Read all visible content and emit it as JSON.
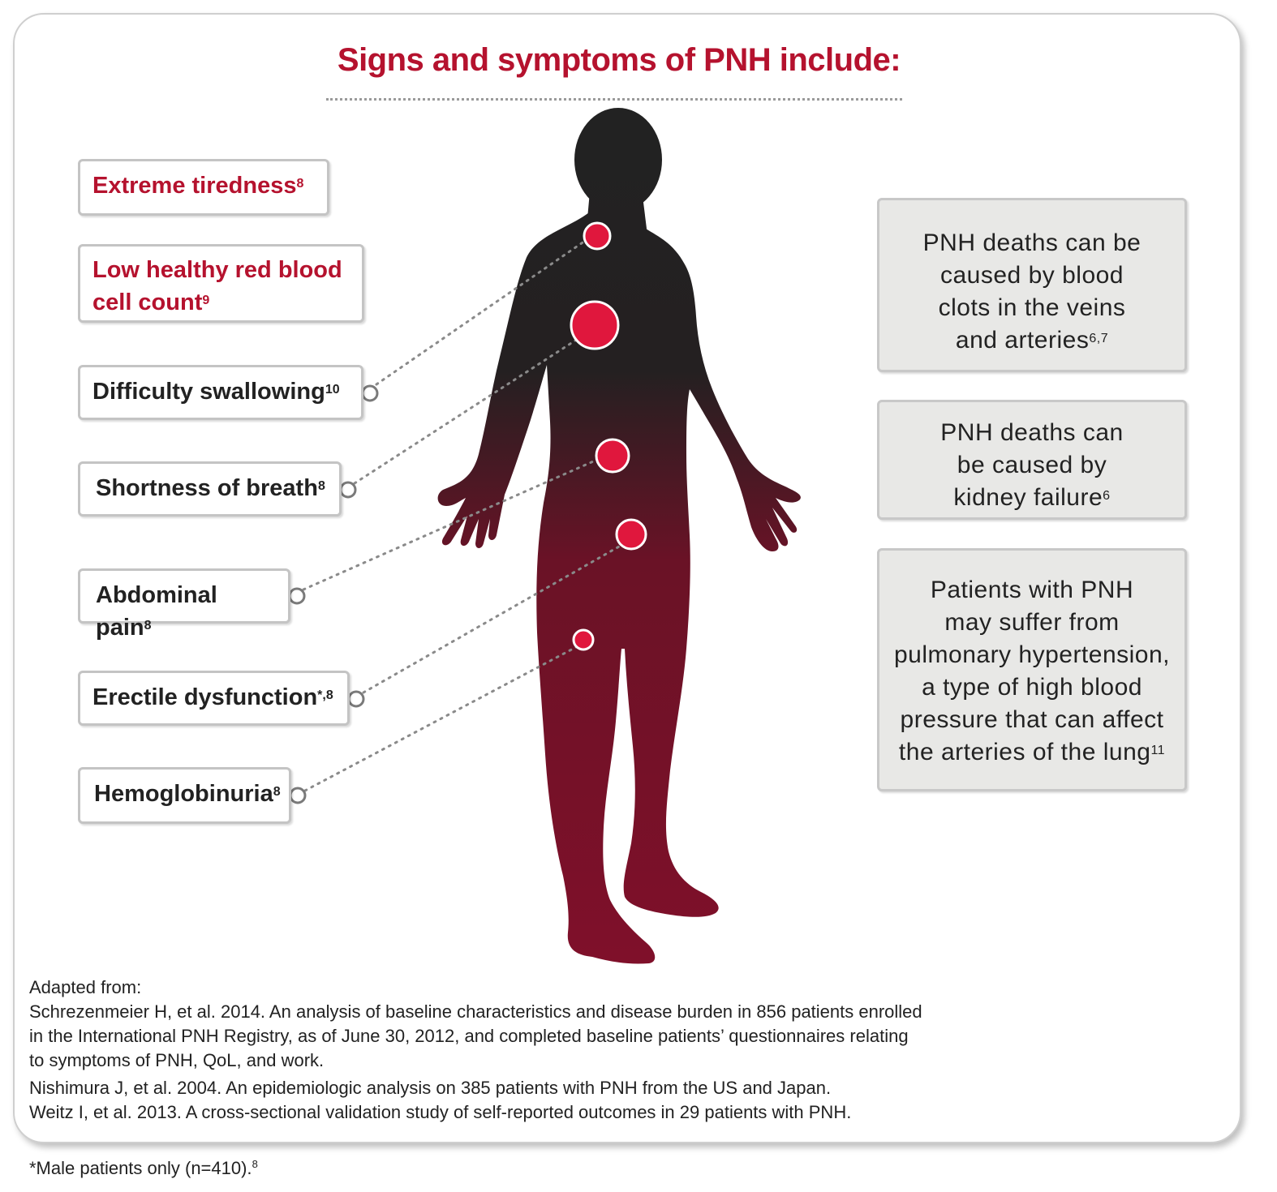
{
  "title": "Signs and symptoms of PNH include:",
  "symptoms": [
    {
      "label": "Extreme tiredness",
      "ref": "8",
      "color": "red"
    },
    {
      "label": "Low healthy red blood",
      "label2": "cell count",
      "ref": "9",
      "color": "red"
    },
    {
      "label": "Difficulty swallowing",
      "ref": "10",
      "color": "dark"
    },
    {
      "label": "Shortness of breath",
      "ref": "8",
      "color": "dark"
    },
    {
      "label": "Abdominal pain",
      "ref": "8",
      "color": "dark"
    },
    {
      "label": "Erectile dysfunction",
      "ref": "*,8",
      "color": "dark"
    },
    {
      "label": "Hemoglobinuria",
      "ref": "8",
      "color": "dark"
    }
  ],
  "info_boxes": [
    {
      "lines": [
        "PNH deaths can be",
        "caused by blood",
        "clots in the veins",
        "and arteries"
      ],
      "ref": "6,7"
    },
    {
      "lines": [
        "PNH deaths can",
        "be caused by",
        "kidney failure"
      ],
      "ref": "6"
    },
    {
      "lines": [
        "Patients with PNH",
        "may suffer from",
        "pulmonary hypertension,",
        "a type of high blood",
        "pressure that can affect",
        "the arteries of the lung"
      ],
      "ref": "11"
    }
  ],
  "references": {
    "heading": "Adapted from:",
    "ref1_line1": "Schrezenmeier H, et al. 2014. An analysis of baseline characteristics and disease burden in 856 patients enrolled",
    "ref1_line2": "in the International PNH Registry, as of June 30, 2012, and completed baseline patients’ questionnaires relating",
    "ref1_line3": "to symptoms of PNH, QoL, and work.",
    "ref2": "Nishimura J, et al. 2004. An epidemiologic analysis on 385 patients with PNH from the US and Japan.",
    "ref3": "Weitz I, et al. 2013. A cross-sectional validation study of self-reported outcomes in 29 patients with PNH."
  },
  "footnote": {
    "text": "*Male patients only (n=410).",
    "ref": "8"
  },
  "colors": {
    "accent_red": "#b5122e",
    "dot_red": "#e0173d",
    "body_top": "#222222",
    "body_bottom": "#7a1028",
    "info_bg": "#e8e8e6"
  }
}
